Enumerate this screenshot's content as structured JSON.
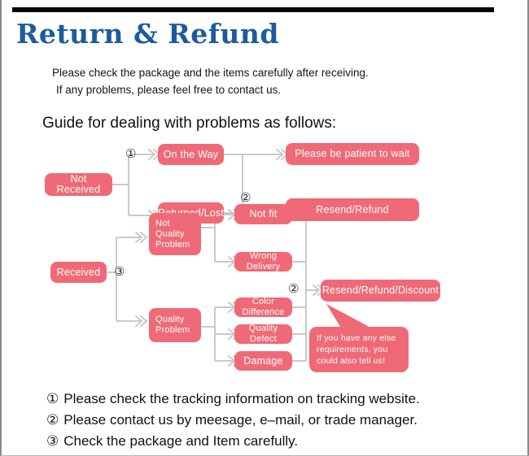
{
  "page": {
    "title": "Return & Refund",
    "title_color": "#1d5b9e",
    "accent_color": "#ef6a76",
    "line_color": "#c9c9c9",
    "background": "#ffffff"
  },
  "intro": {
    "line1": "Please check the package and the items carefully after receiving.",
    "line2": "If any problems, please feel free to contact us."
  },
  "guide": {
    "heading": "Guide for dealing with problems as follows:"
  },
  "flowchart": {
    "nodes": [
      {
        "id": "not-received",
        "label": "Not Received"
      },
      {
        "id": "on-the-way",
        "label": "On the Way"
      },
      {
        "id": "returned-lost",
        "label": "Returned/Lost"
      },
      {
        "id": "please-be-patient",
        "label": "Please be patient to wait"
      },
      {
        "id": "resend-refund",
        "label": "Resend/Refund"
      },
      {
        "id": "received",
        "label": "Received"
      },
      {
        "id": "not-quality-problem",
        "label": "Not\nQuality\nProblem"
      },
      {
        "id": "quality-problem",
        "label": "Quality\nProblem"
      },
      {
        "id": "not-fit",
        "label": "Not fit"
      },
      {
        "id": "wrong-delivery",
        "label": "Wrong Delivery"
      },
      {
        "id": "color-difference",
        "label": "Color Difference"
      },
      {
        "id": "quality-defect",
        "label": "Quality Defect"
      },
      {
        "id": "damage",
        "label": "Damage"
      },
      {
        "id": "resend-refund-discount",
        "label": "Resend/Refund/Discount"
      }
    ],
    "markers": [
      {
        "id": "marker-1",
        "label": "①"
      },
      {
        "id": "marker-2-top",
        "label": "②"
      },
      {
        "id": "marker-3",
        "label": "③"
      },
      {
        "id": "marker-2-bottom",
        "label": "②"
      }
    ],
    "callout": {
      "text": "If you have any else requirements, you could also tell us!"
    }
  },
  "notes": [
    {
      "num": "①",
      "text": "Please check the tracking information on tracking website."
    },
    {
      "num": "②",
      "text": "Please contact us by meesage, e–mail, or trade manager."
    },
    {
      "num": "③",
      "text": "Check the package and Item carefully."
    }
  ]
}
